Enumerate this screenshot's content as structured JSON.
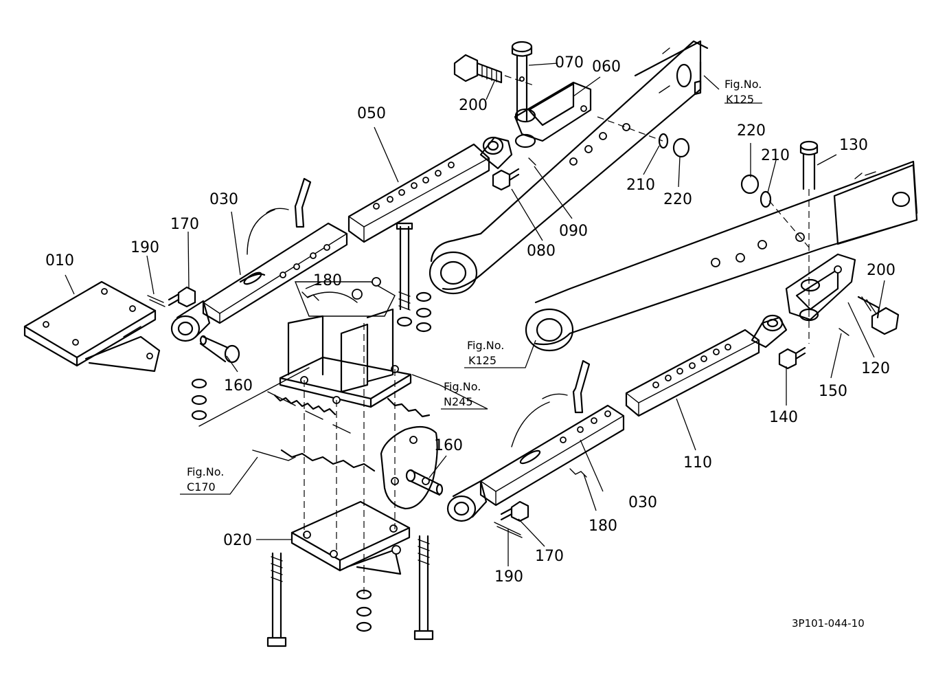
{
  "diagram": {
    "callouts": {
      "p010": "010",
      "p020": "020",
      "p030a": "030",
      "p030b": "030",
      "p050": "050",
      "p060": "060",
      "p070": "070",
      "p080": "080",
      "p090": "090",
      "p110": "110",
      "p120": "120",
      "p130": "130",
      "p140": "140",
      "p150": "150",
      "p160a": "160",
      "p160b": "160",
      "p170a": "170",
      "p170b": "170",
      "p180a": "180",
      "p180b": "180",
      "p190a": "190",
      "p190b": "190",
      "p200a": "200",
      "p200b": "200",
      "p210a": "210",
      "p210b": "210",
      "p220a": "220",
      "p220b": "220"
    },
    "figure_refs": {
      "k125_top": {
        "line1": "Fig.No.",
        "line2": "K125"
      },
      "k125_mid": {
        "line1": "Fig.No.",
        "line2": "K125"
      },
      "n245": {
        "line1": "Fig.No.",
        "line2": "N245"
      },
      "c170": {
        "line1": "Fig.No.",
        "line2": "C170"
      }
    },
    "drawing_code": "3P101-044-10"
  }
}
